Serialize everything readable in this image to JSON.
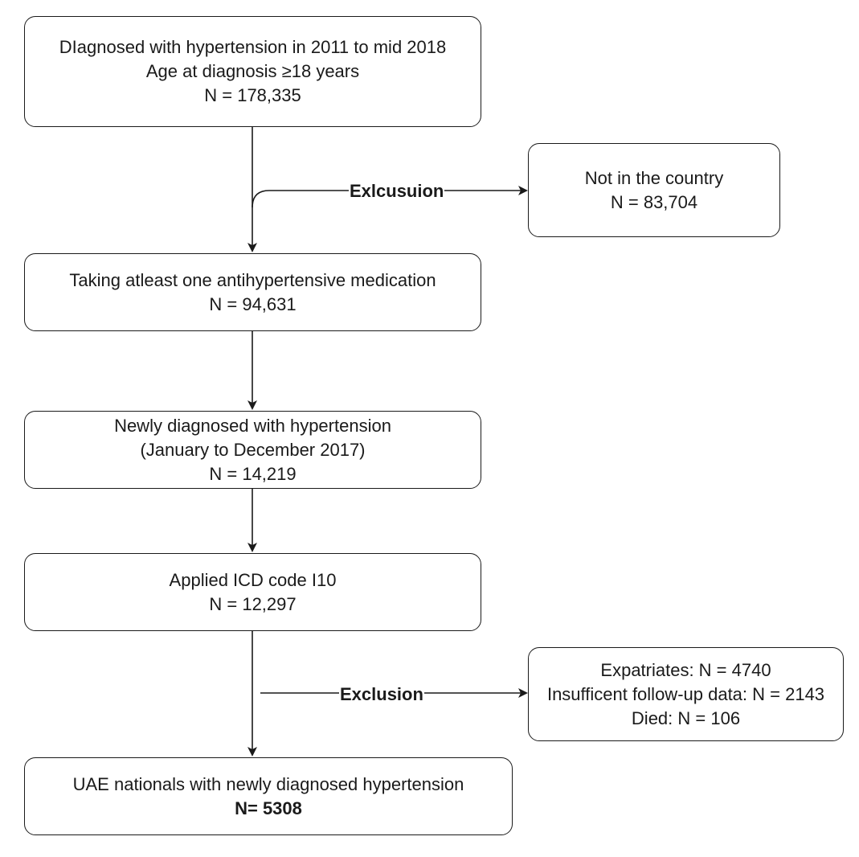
{
  "diagram": {
    "boxes": {
      "diagnosed": {
        "line1": "DIagnosed with hypertension in 2011 to mid 2018",
        "line2": "Age at diagnosis ≥18 years",
        "line3": "N = 178,335"
      },
      "not_in_country": {
        "line1": "Not in the country",
        "line2": "N = 83,704"
      },
      "medication": {
        "line1": "Taking atleast one antihypertensive medication",
        "line2": "N = 94,631"
      },
      "newly_diagnosed": {
        "line1": "Newly diagnosed with hypertension",
        "line2": "(January to December 2017)",
        "line3": "N = 14,219"
      },
      "icd_code": {
        "line1": "Applied ICD code I10",
        "line2": "N = 12,297"
      },
      "exclusion_details": {
        "line1": "Expatriates: N = 4740",
        "line2": "Insufficent follow-up data: N = 2143",
        "line3": "Died: N = 106"
      },
      "uae_nationals": {
        "line1": "UAE nationals with newly diagnosed hypertension",
        "line2": "N= 5308"
      }
    },
    "edge_labels": {
      "exclusion_1": "Exlcusuion",
      "exclusion_2": "Exclusion"
    },
    "colors": {
      "stroke": "#1a1a1a",
      "background": "#ffffff"
    }
  }
}
